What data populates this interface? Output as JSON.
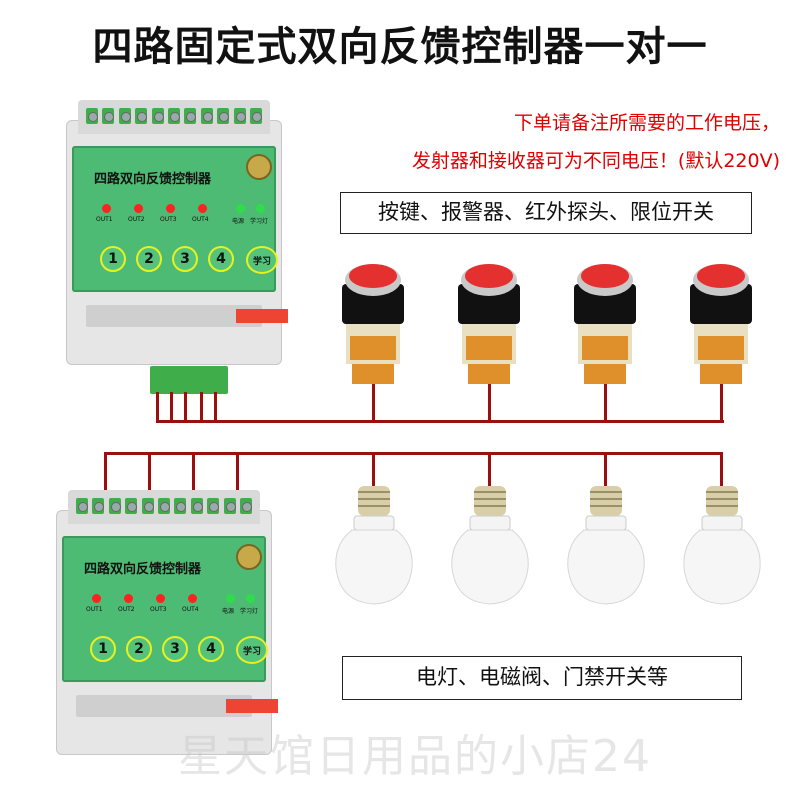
{
  "title": "四路固定式双向反馈控制器一对一",
  "notes": {
    "line1": "下单请备注所需要的工作电压，",
    "line2": "发射器和接收器可为不同电压！(默认220V)"
  },
  "labels": {
    "inputs": "按键、报警器、红外探头、限位开关",
    "outputs": "电灯、电磁阀、门禁开关等"
  },
  "controller": {
    "name": "四路双向反馈控制器",
    "leds": [
      "OUT1",
      "OUT2",
      "OUT3",
      "OUT4",
      "电源",
      "学习灯"
    ],
    "buttons": [
      "1",
      "2",
      "3",
      "4",
      "学习"
    ]
  },
  "watermark": "星天馆日用品的小店24",
  "colors": {
    "accent_red": "#e00000",
    "panel_green": "#4dbb73",
    "wire": "#9a1010",
    "led_red": "#ff2020",
    "led_green": "#2fdc4a"
  },
  "icons": {
    "input_device": "push-button-icon",
    "output_device": "light-bulb-icon"
  }
}
